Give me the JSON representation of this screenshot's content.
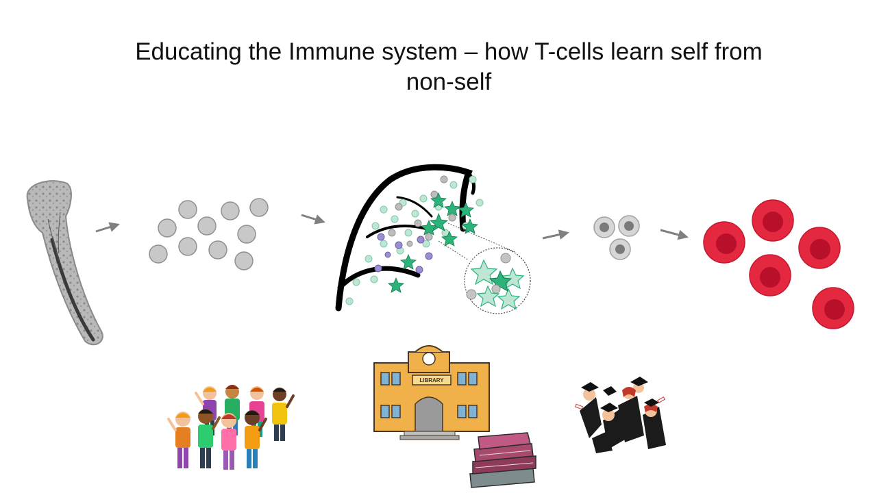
{
  "slide": {
    "title_line1": "Educating the Immune system – how T-cells learn self from",
    "title_line2": "non-self"
  },
  "library_banner": "LIBRARY",
  "colors": {
    "background": "#ffffff",
    "arrow": "#808080",
    "stem_cell": "#c8c8c8",
    "thymus_outline": "#000000",
    "teal_cell": "#2bb37a",
    "purple_cell": "#9c8ed0",
    "red_cell": "#e3283f",
    "red_cell_core": "#b8102a"
  },
  "icons": [
    "femur-bone-icon",
    "arrow-right-icon",
    "stem-cell-cluster-icon",
    "thymus-icon",
    "magnified-detail-icon",
    "thymocyte-cluster-icon",
    "mature-t-cell-cluster-icon",
    "children-group-illustration",
    "school-library-illustration",
    "book-stack-illustration",
    "graduates-illustration"
  ]
}
